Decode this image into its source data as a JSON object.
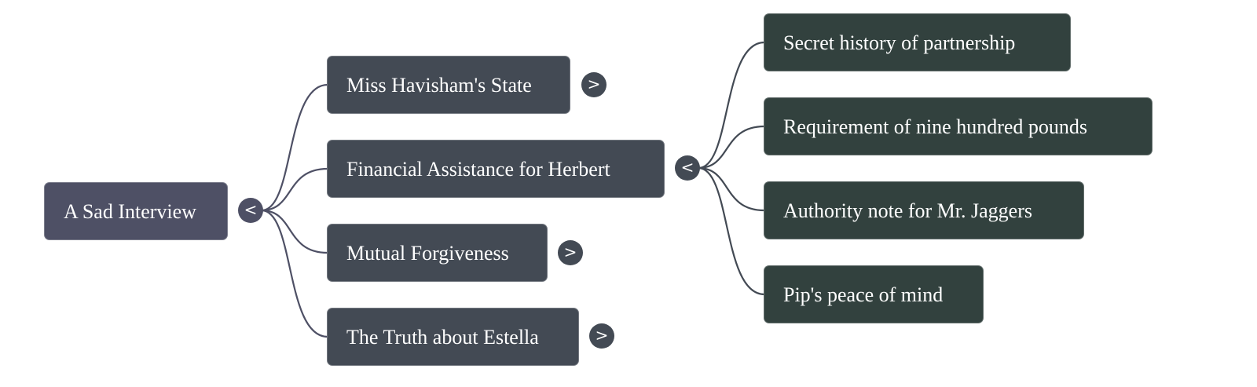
{
  "root": {
    "label": "A Sad Interview",
    "toggle": "<",
    "color": "#4e5065",
    "children": [
      {
        "label": "Miss Havisham's State",
        "toggle": ">",
        "expanded": false
      },
      {
        "label": "Financial Assistance for Herbert",
        "toggle": "<",
        "expanded": true,
        "children": [
          {
            "label": "Secret history of partnership"
          },
          {
            "label": "Requirement of nine hundred pounds"
          },
          {
            "label": "Authority note for Mr. Jaggers"
          },
          {
            "label": "Pip's peace of mind"
          }
        ]
      },
      {
        "label": "Mutual Forgiveness",
        "toggle": ">",
        "expanded": false
      },
      {
        "label": "The Truth about Estella",
        "toggle": ">",
        "expanded": false
      }
    ]
  },
  "colors": {
    "root": "#4e5065",
    "level1": "#434a54",
    "level2": "#32413e",
    "link_root": "#4e5065",
    "link_level1": "#434a54"
  }
}
